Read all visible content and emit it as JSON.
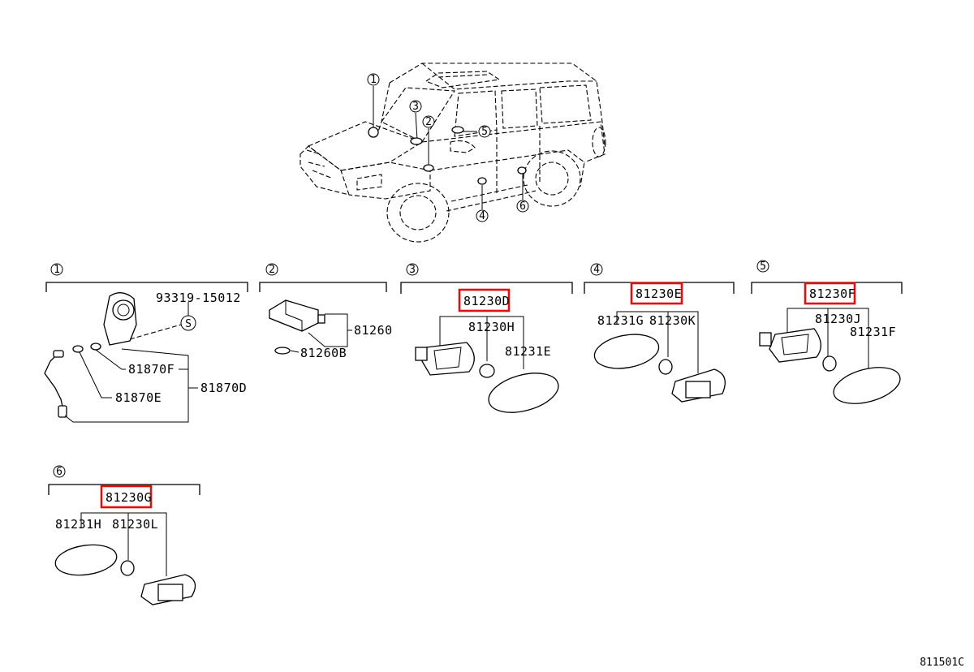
{
  "figure_code": "811501C",
  "callouts": [
    "1",
    "2",
    "3",
    "4",
    "5",
    "6"
  ],
  "groups": {
    "g1": {
      "number": "1",
      "screw_symbol": "S",
      "parts": [
        "93319-15012",
        "81870F",
        "81870E",
        "81870D"
      ]
    },
    "g2": {
      "number": "2",
      "parts": [
        "81260",
        "81260B"
      ]
    },
    "g3": {
      "number": "3",
      "assembly": "81230D",
      "parts": [
        "81230H",
        "81231E"
      ]
    },
    "g4": {
      "number": "4",
      "assembly": "81230E",
      "parts": [
        "81231G",
        "81230K"
      ]
    },
    "g5": {
      "number": "5",
      "assembly": "81230F",
      "parts": [
        "81230J",
        "81231F"
      ]
    },
    "g6": {
      "number": "6",
      "assembly": "81230G",
      "parts": [
        "81231H",
        "81230L"
      ]
    }
  },
  "colors": {
    "highlight": "#e01010",
    "ink": "#000000",
    "background": "#ffffff"
  }
}
